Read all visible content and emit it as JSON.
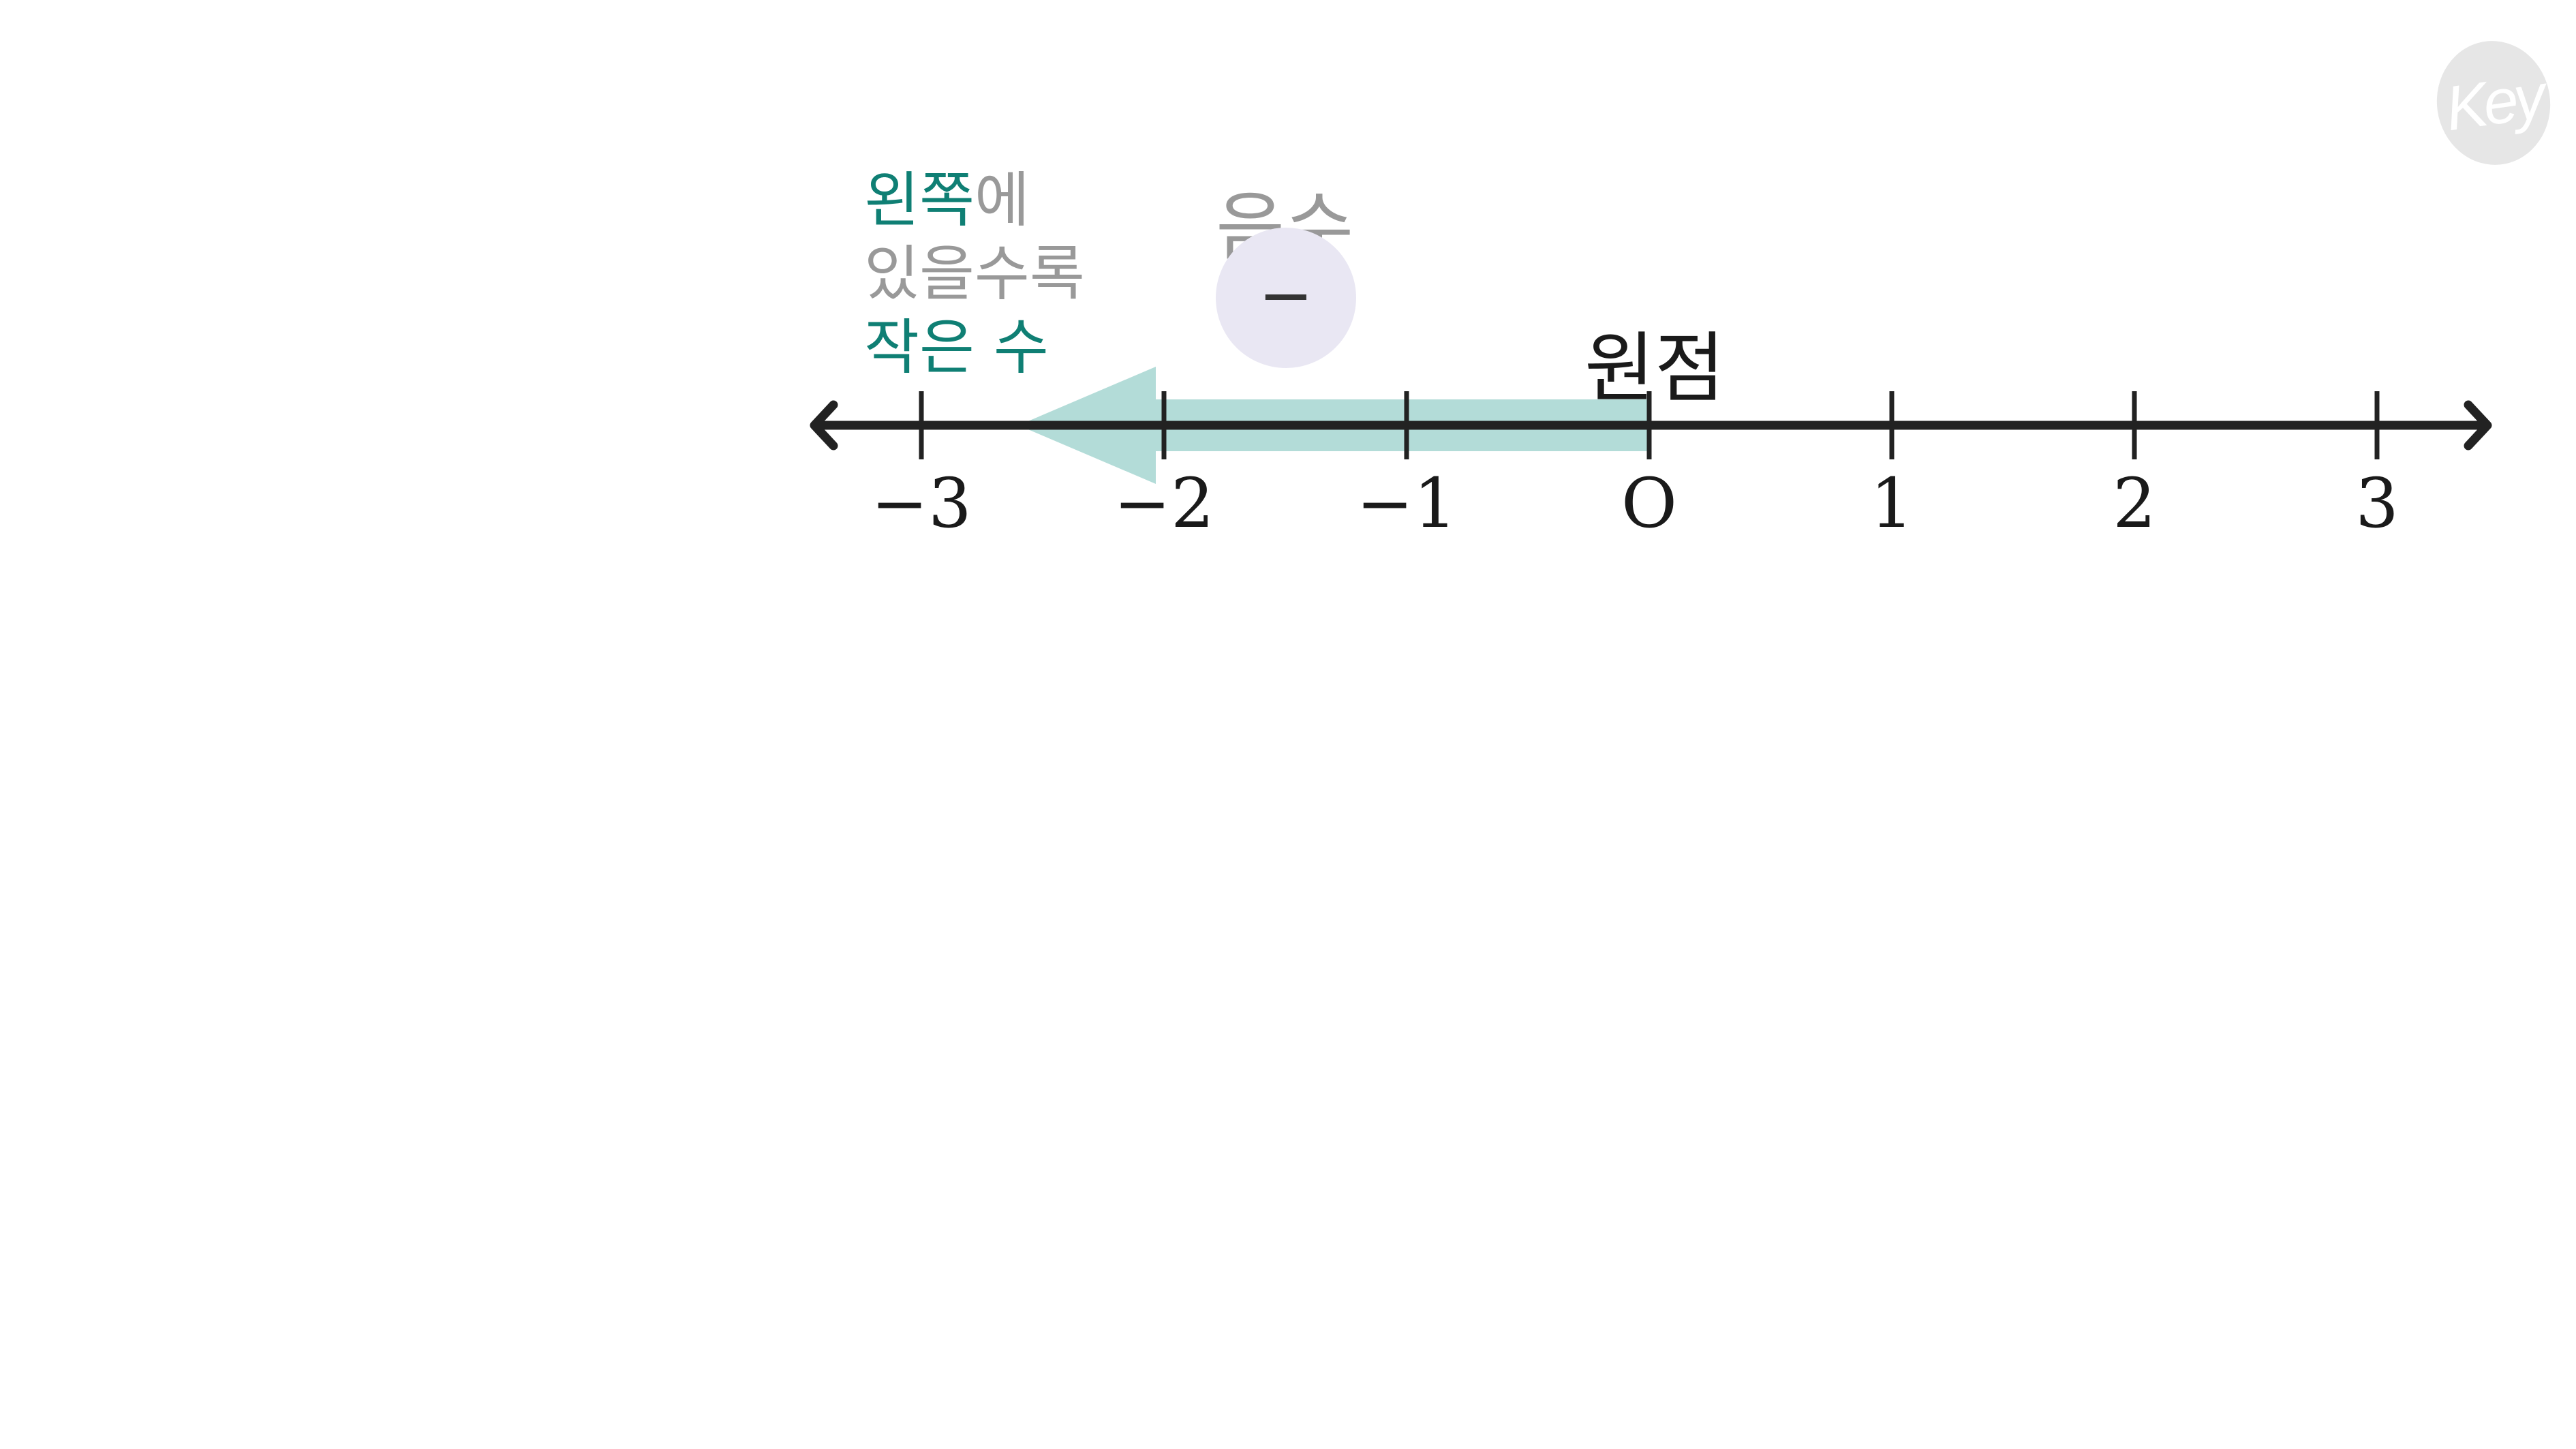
{
  "hint": {
    "line1_em": "왼쪽",
    "line1_rest": "에",
    "line2": "있을수록",
    "line3": "작은 수"
  },
  "negative": {
    "label": "음수",
    "sign": "−"
  },
  "origin": {
    "label": "원점"
  },
  "number_line": {
    "ticks": [
      {
        "value": -3,
        "label": "−3"
      },
      {
        "value": -2,
        "label": "−2"
      },
      {
        "value": -1,
        "label": "−1"
      },
      {
        "value": 0,
        "label": "O"
      },
      {
        "value": 1,
        "label": "1"
      },
      {
        "value": 2,
        "label": "2"
      },
      {
        "value": 3,
        "label": "3"
      }
    ],
    "arrow_direction": "left",
    "arrow_from": 0,
    "arrow_to": -2.6
  },
  "logo": {
    "text": "Key"
  },
  "colors": {
    "accent": "#0f7f74",
    "muted_text": "#999999",
    "arrow_fill": "#b3dcd8",
    "axis": "#222222",
    "circle_fill": "#e9e7f3",
    "logo_bg": "#e6e6e6"
  }
}
